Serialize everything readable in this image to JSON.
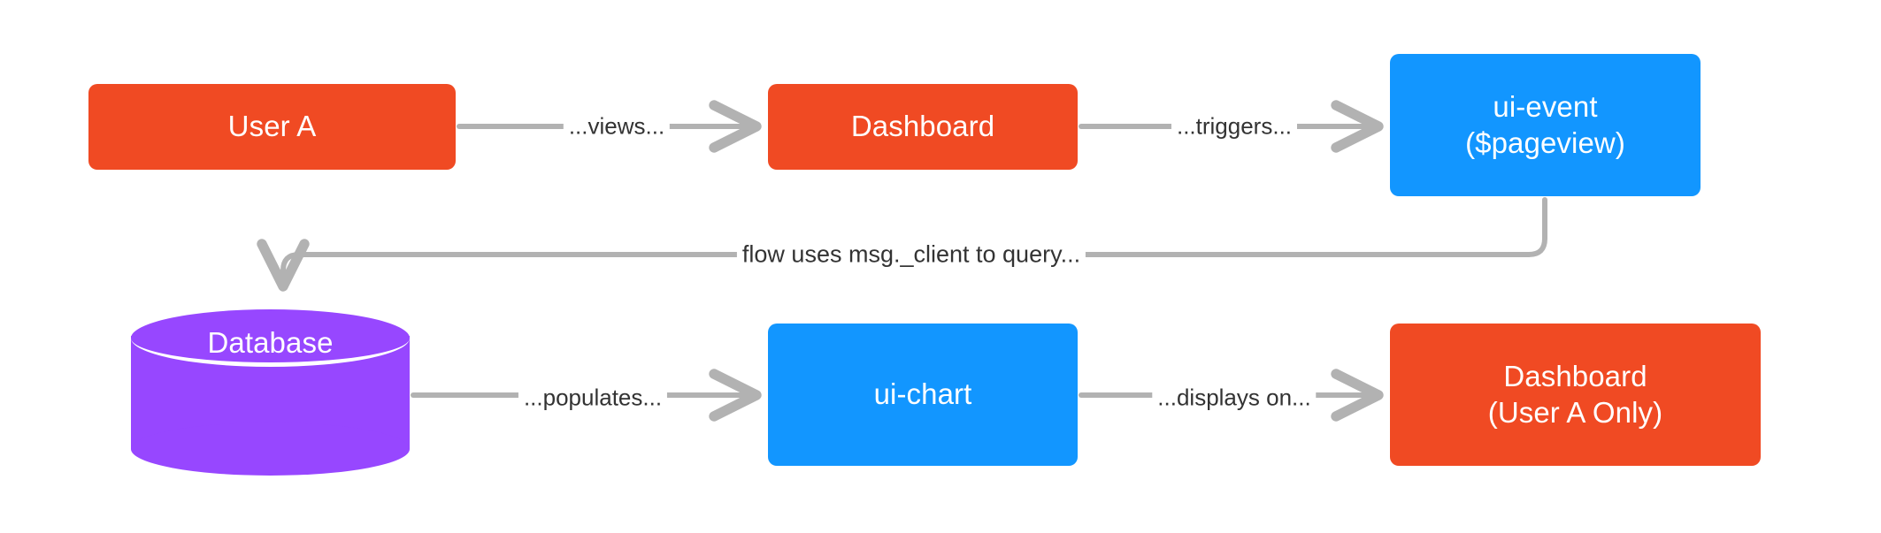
{
  "diagram": {
    "type": "flowchart",
    "background": "#ffffff",
    "colors": {
      "red": "#F04A23",
      "blue": "#1296FF",
      "purple": "#9747FF",
      "edge": "#B2B2B2",
      "label_text": "#333333",
      "node_text": "#ffffff"
    },
    "nodes": [
      {
        "id": "user-a",
        "label": "User A",
        "label2": "",
        "shape": "rounded-rect",
        "color": "#F04A23"
      },
      {
        "id": "dashboard-1",
        "label": "Dashboard",
        "label2": "",
        "shape": "rounded-rect",
        "color": "#F04A23"
      },
      {
        "id": "ui-event",
        "label": "ui-event",
        "label2": "($pageview)",
        "shape": "rounded-rect",
        "color": "#1296FF"
      },
      {
        "id": "database",
        "label": "Database",
        "label2": "",
        "shape": "cylinder",
        "color": "#9747FF"
      },
      {
        "id": "ui-chart",
        "label": "ui-chart",
        "label2": "",
        "shape": "rounded-rect",
        "color": "#1296FF"
      },
      {
        "id": "dashboard-2",
        "label": "Dashboard",
        "label2": "(User A Only)",
        "shape": "rounded-rect",
        "color": "#F04A23"
      }
    ],
    "edges": [
      {
        "id": "e1",
        "from": "user-a",
        "to": "dashboard-1",
        "label": "...views..."
      },
      {
        "id": "e2",
        "from": "dashboard-1",
        "to": "ui-event",
        "label": "...triggers..."
      },
      {
        "id": "e3",
        "from": "ui-event",
        "to": "database",
        "label": "flow uses msg._client to query..."
      },
      {
        "id": "e4",
        "from": "database",
        "to": "ui-chart",
        "label": "...populates..."
      },
      {
        "id": "e5",
        "from": "ui-chart",
        "to": "dashboard-2",
        "label": "...displays on..."
      }
    ]
  }
}
